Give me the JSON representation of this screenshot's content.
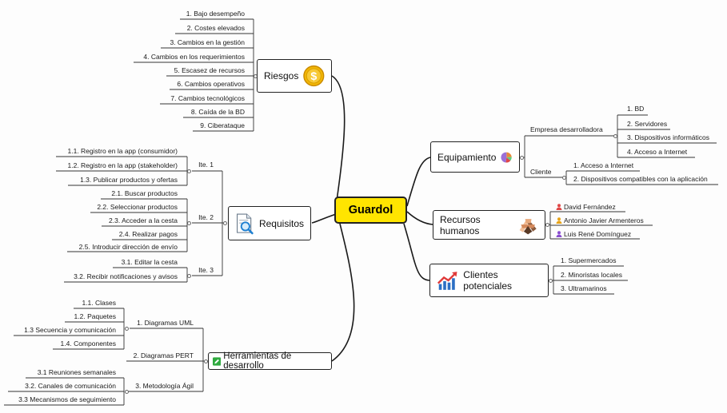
{
  "root": {
    "title": "Guardol"
  },
  "riesgos": {
    "title": "Riesgos",
    "icon": "coin-dollar-icon",
    "items": [
      "1. Bajo desempeño",
      "2. Costes elevados",
      "3. Cambios en la gestión",
      "4. Cambios en los requerimientos",
      "5. Escasez de recursos",
      "6. Cambios operativos",
      "7. Cambios tecnológicos",
      "8. Caída de la BD",
      "9. Ciberataque"
    ]
  },
  "requisitos": {
    "title": "Requisitos",
    "icon": "document-search-icon",
    "groups": [
      {
        "label": "Ite. 1",
        "items": [
          "1.1. Registro en la app (consumidor)",
          "1.2. Registro en la app (stakeholder)",
          "1.3. Publicar productos y ofertas"
        ]
      },
      {
        "label": "Ite. 2",
        "items": [
          "2.1. Buscar productos",
          "2.2. Seleccionar productos",
          "2.3. Acceder a la cesta",
          "2.4. Realizar pagos",
          "2.5. Introducir dirección de envío"
        ]
      },
      {
        "label": "Ite. 3",
        "items": [
          "3.1. Editar la cesta",
          "3.2. Recibir notificaciones y avisos"
        ]
      }
    ]
  },
  "herramientas": {
    "title": "Herramientas de desarrollo",
    "icon": "pencil-icon",
    "groups": [
      {
        "label": "1. Diagramas UML",
        "items": [
          "1.1. Clases",
          "1.2. Paquetes",
          "1.3 Secuencia y comunicación",
          "1.4. Componentes"
        ]
      },
      {
        "label": "2. Diagramas PERT",
        "items": []
      },
      {
        "label": "3. Metodología Ágil",
        "items": [
          "3.1 Reuniones semanales",
          "3.2. Canales de comunicación",
          "3.3 Mecanismos de seguimiento"
        ]
      }
    ]
  },
  "equipamiento": {
    "title": "Equipamiento",
    "icon": "pie-chart-icon",
    "groups": [
      {
        "label": "Empresa desarrolladora",
        "items": [
          "1. BD",
          "2. Servidores",
          "3. Dispositivos informáticos",
          "4. Acceso a Internet"
        ]
      },
      {
        "label": "Cliente",
        "items": [
          "1. Acceso a Internet",
          "2. Dispositivos compatibles con la aplicación"
        ]
      }
    ]
  },
  "recursos": {
    "title": "Recursos humanos",
    "icon": "hands-icon",
    "items": [
      "David Fernández",
      "Antonio Javier Armenteros",
      "Luis René Domínguez"
    ],
    "person_colors": [
      "#e04848",
      "#e8a317",
      "#8a4fd0"
    ]
  },
  "clientes": {
    "title": "Clientes potenciales",
    "icon": "growth-chart-icon",
    "items": [
      "1. Supermercados",
      "2. Minoristas locales",
      "3. Ultramarinos"
    ]
  }
}
